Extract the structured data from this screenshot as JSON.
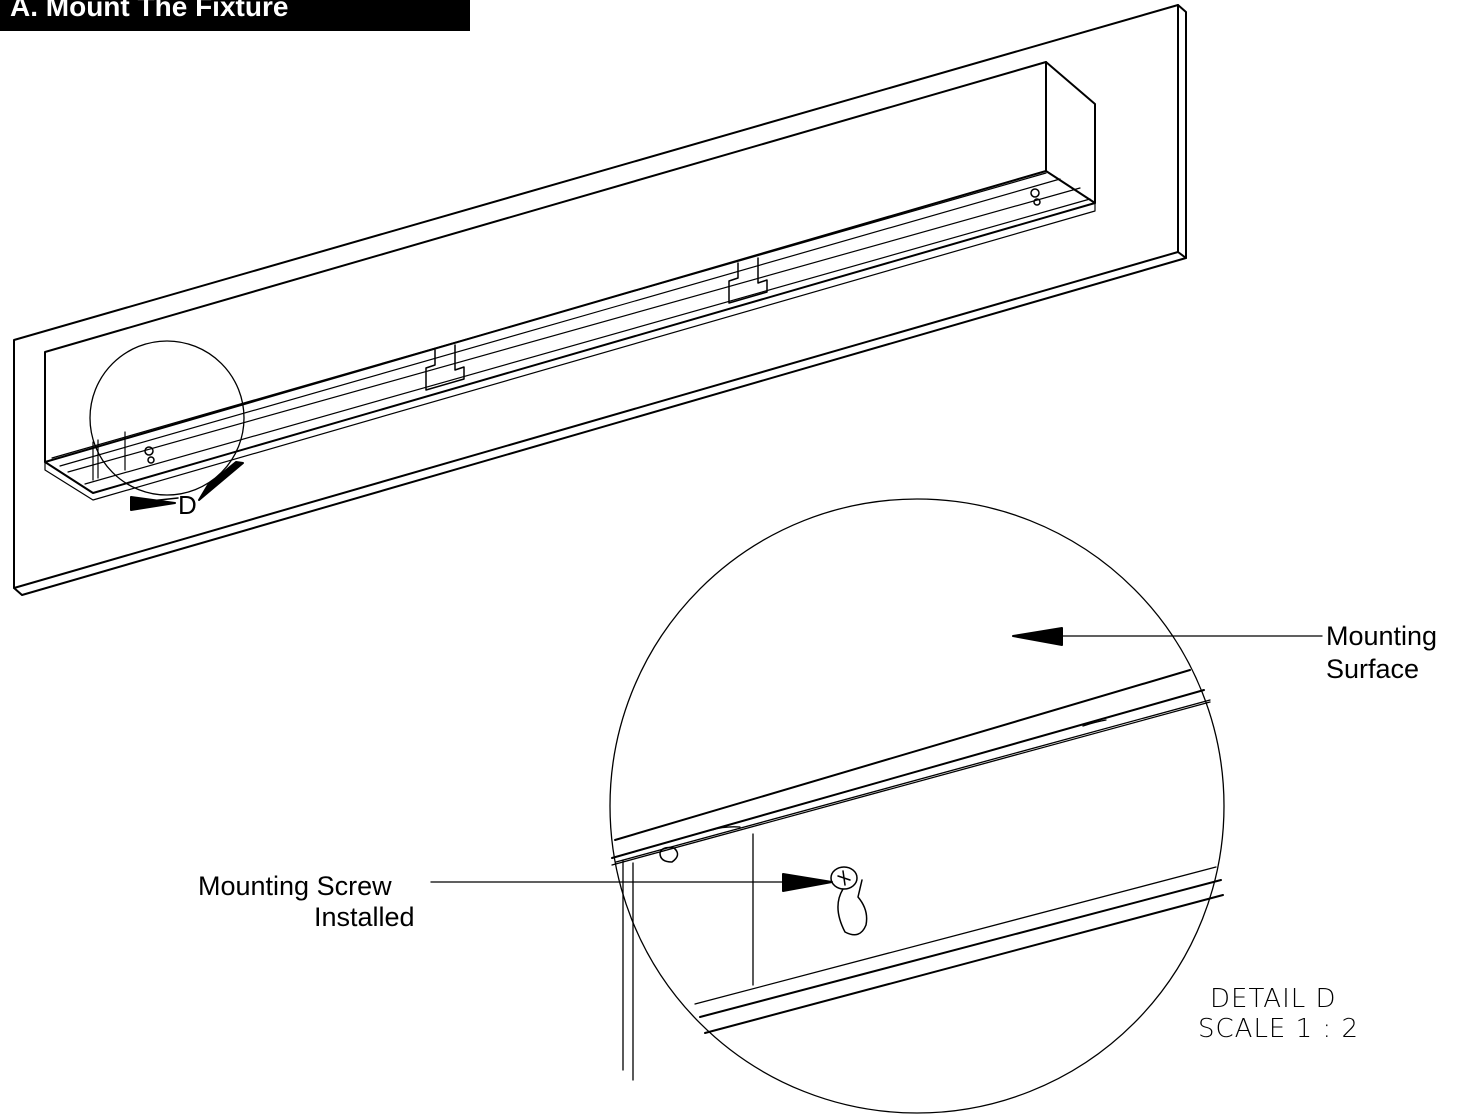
{
  "title": "A. Mount The Fixture",
  "callout_letter": "D",
  "labels": {
    "mounting_surface_line1": "Mounting",
    "mounting_surface_line2": "Surface",
    "mounting_screw_line1": "Mounting Screw",
    "mounting_screw_line2": "Installed"
  },
  "detail": {
    "name": "DETAIL D",
    "scale": "SCALE 1 : 2"
  }
}
